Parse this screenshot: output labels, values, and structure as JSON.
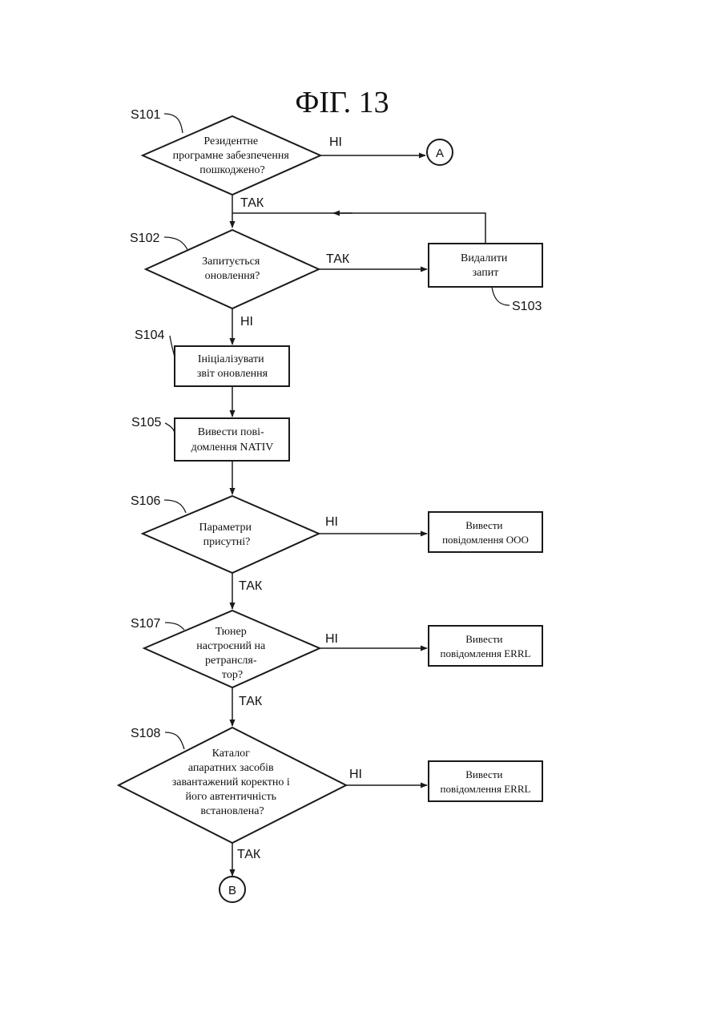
{
  "title": "ФІГ. 13",
  "steps": {
    "s101": {
      "label": "S101",
      "lines": [
        "Резидентне",
        "програмне забезпечення",
        "пошкоджено?"
      ]
    },
    "s102": {
      "label": "S102",
      "lines": [
        "Запитується",
        "оновлення?"
      ]
    },
    "s103": {
      "label": "S103",
      "lines": [
        "Видалити",
        "запит"
      ]
    },
    "s104": {
      "label": "S104",
      "lines": [
        "Ініціалізувати",
        "звіт оновлення"
      ]
    },
    "s105": {
      "label": "S105",
      "lines": [
        "Вивести пові-",
        "домлення NATIV"
      ]
    },
    "s106": {
      "label": "S106",
      "lines": [
        "Параметри",
        "присутні?"
      ]
    },
    "s107": {
      "label": "S107",
      "lines": [
        "Тюнер",
        "настроєний на",
        "ретрансля-",
        "тор?"
      ]
    },
    "s108": {
      "label": "S108",
      "lines": [
        "Каталог",
        "апаратних засобів",
        "завантажений коректно і",
        "його автентичність",
        "встановлена?"
      ]
    }
  },
  "outputs": {
    "ooo": {
      "lines": [
        "Вивести",
        "повідомлення ООО"
      ]
    },
    "errl1": {
      "lines": [
        "Вивести",
        "повідомлення ERRL"
      ]
    },
    "errl2": {
      "lines": [
        "Вивести",
        "повідомлення ERRL"
      ]
    }
  },
  "connectors": {
    "a": "A",
    "b": "B"
  },
  "edge_labels": {
    "yes": "ТАК",
    "no": "НІ"
  }
}
